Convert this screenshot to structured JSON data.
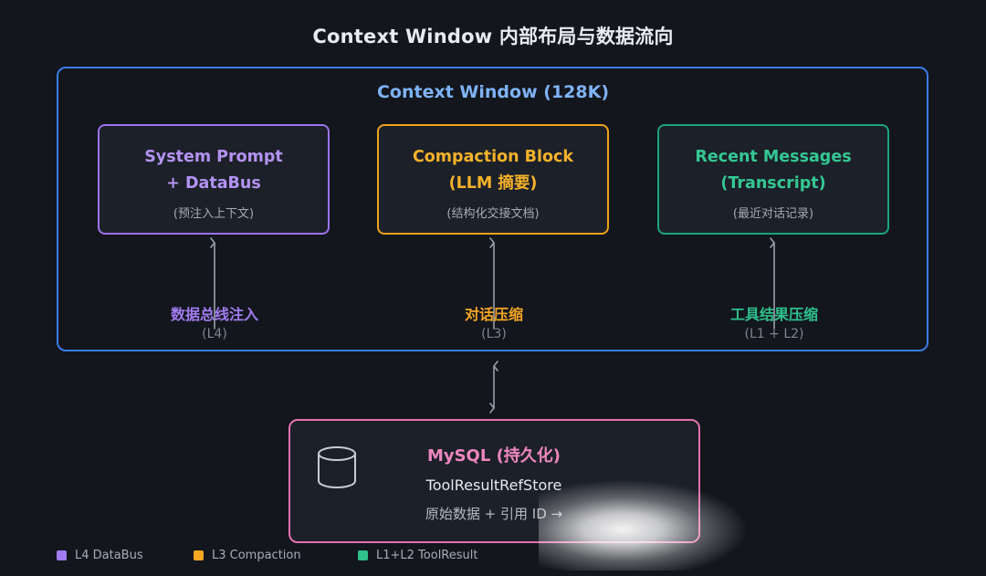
{
  "title": "Context Window 内部布局与数据流向",
  "window": {
    "title": "Context Window (128K)"
  },
  "cards": [
    {
      "line1": "System Prompt",
      "line2": "+ DataBus",
      "sub": "(预注入上下文)",
      "color": "#9b73ea"
    },
    {
      "line1": "Compaction Block",
      "line2": "(LLM 摘要)",
      "sub": "(结构化交接文档)",
      "color": "#f0a21b"
    },
    {
      "line1": "Recent Messages",
      "line2": "(Transcript)",
      "sub": "(最近对话记录)",
      "color": "#1aa57a"
    }
  ],
  "edges": [
    {
      "label": "数据总线注入",
      "level": "(L4)",
      "color": "#a27cf0"
    },
    {
      "label": "对话压缩",
      "level": "(L3)",
      "color": "#f5a623"
    },
    {
      "label": "工具结果压缩",
      "level": "(L1 + L2)",
      "color": "#2fc08c"
    }
  ],
  "storage": {
    "title": "MySQL (持久化)",
    "subtitle": "ToolResultRefStore",
    "description": "原始数据 + 引用 ID → ",
    "icon": "database-icon",
    "color": "#e272ae"
  },
  "legend": [
    {
      "label": "L4 DataBus",
      "color": "#a27cf0"
    },
    {
      "label": "L3 Compaction",
      "color": "#f5a623"
    },
    {
      "label": "L1+L2 ToolResult",
      "color": "#2fc08c"
    }
  ]
}
